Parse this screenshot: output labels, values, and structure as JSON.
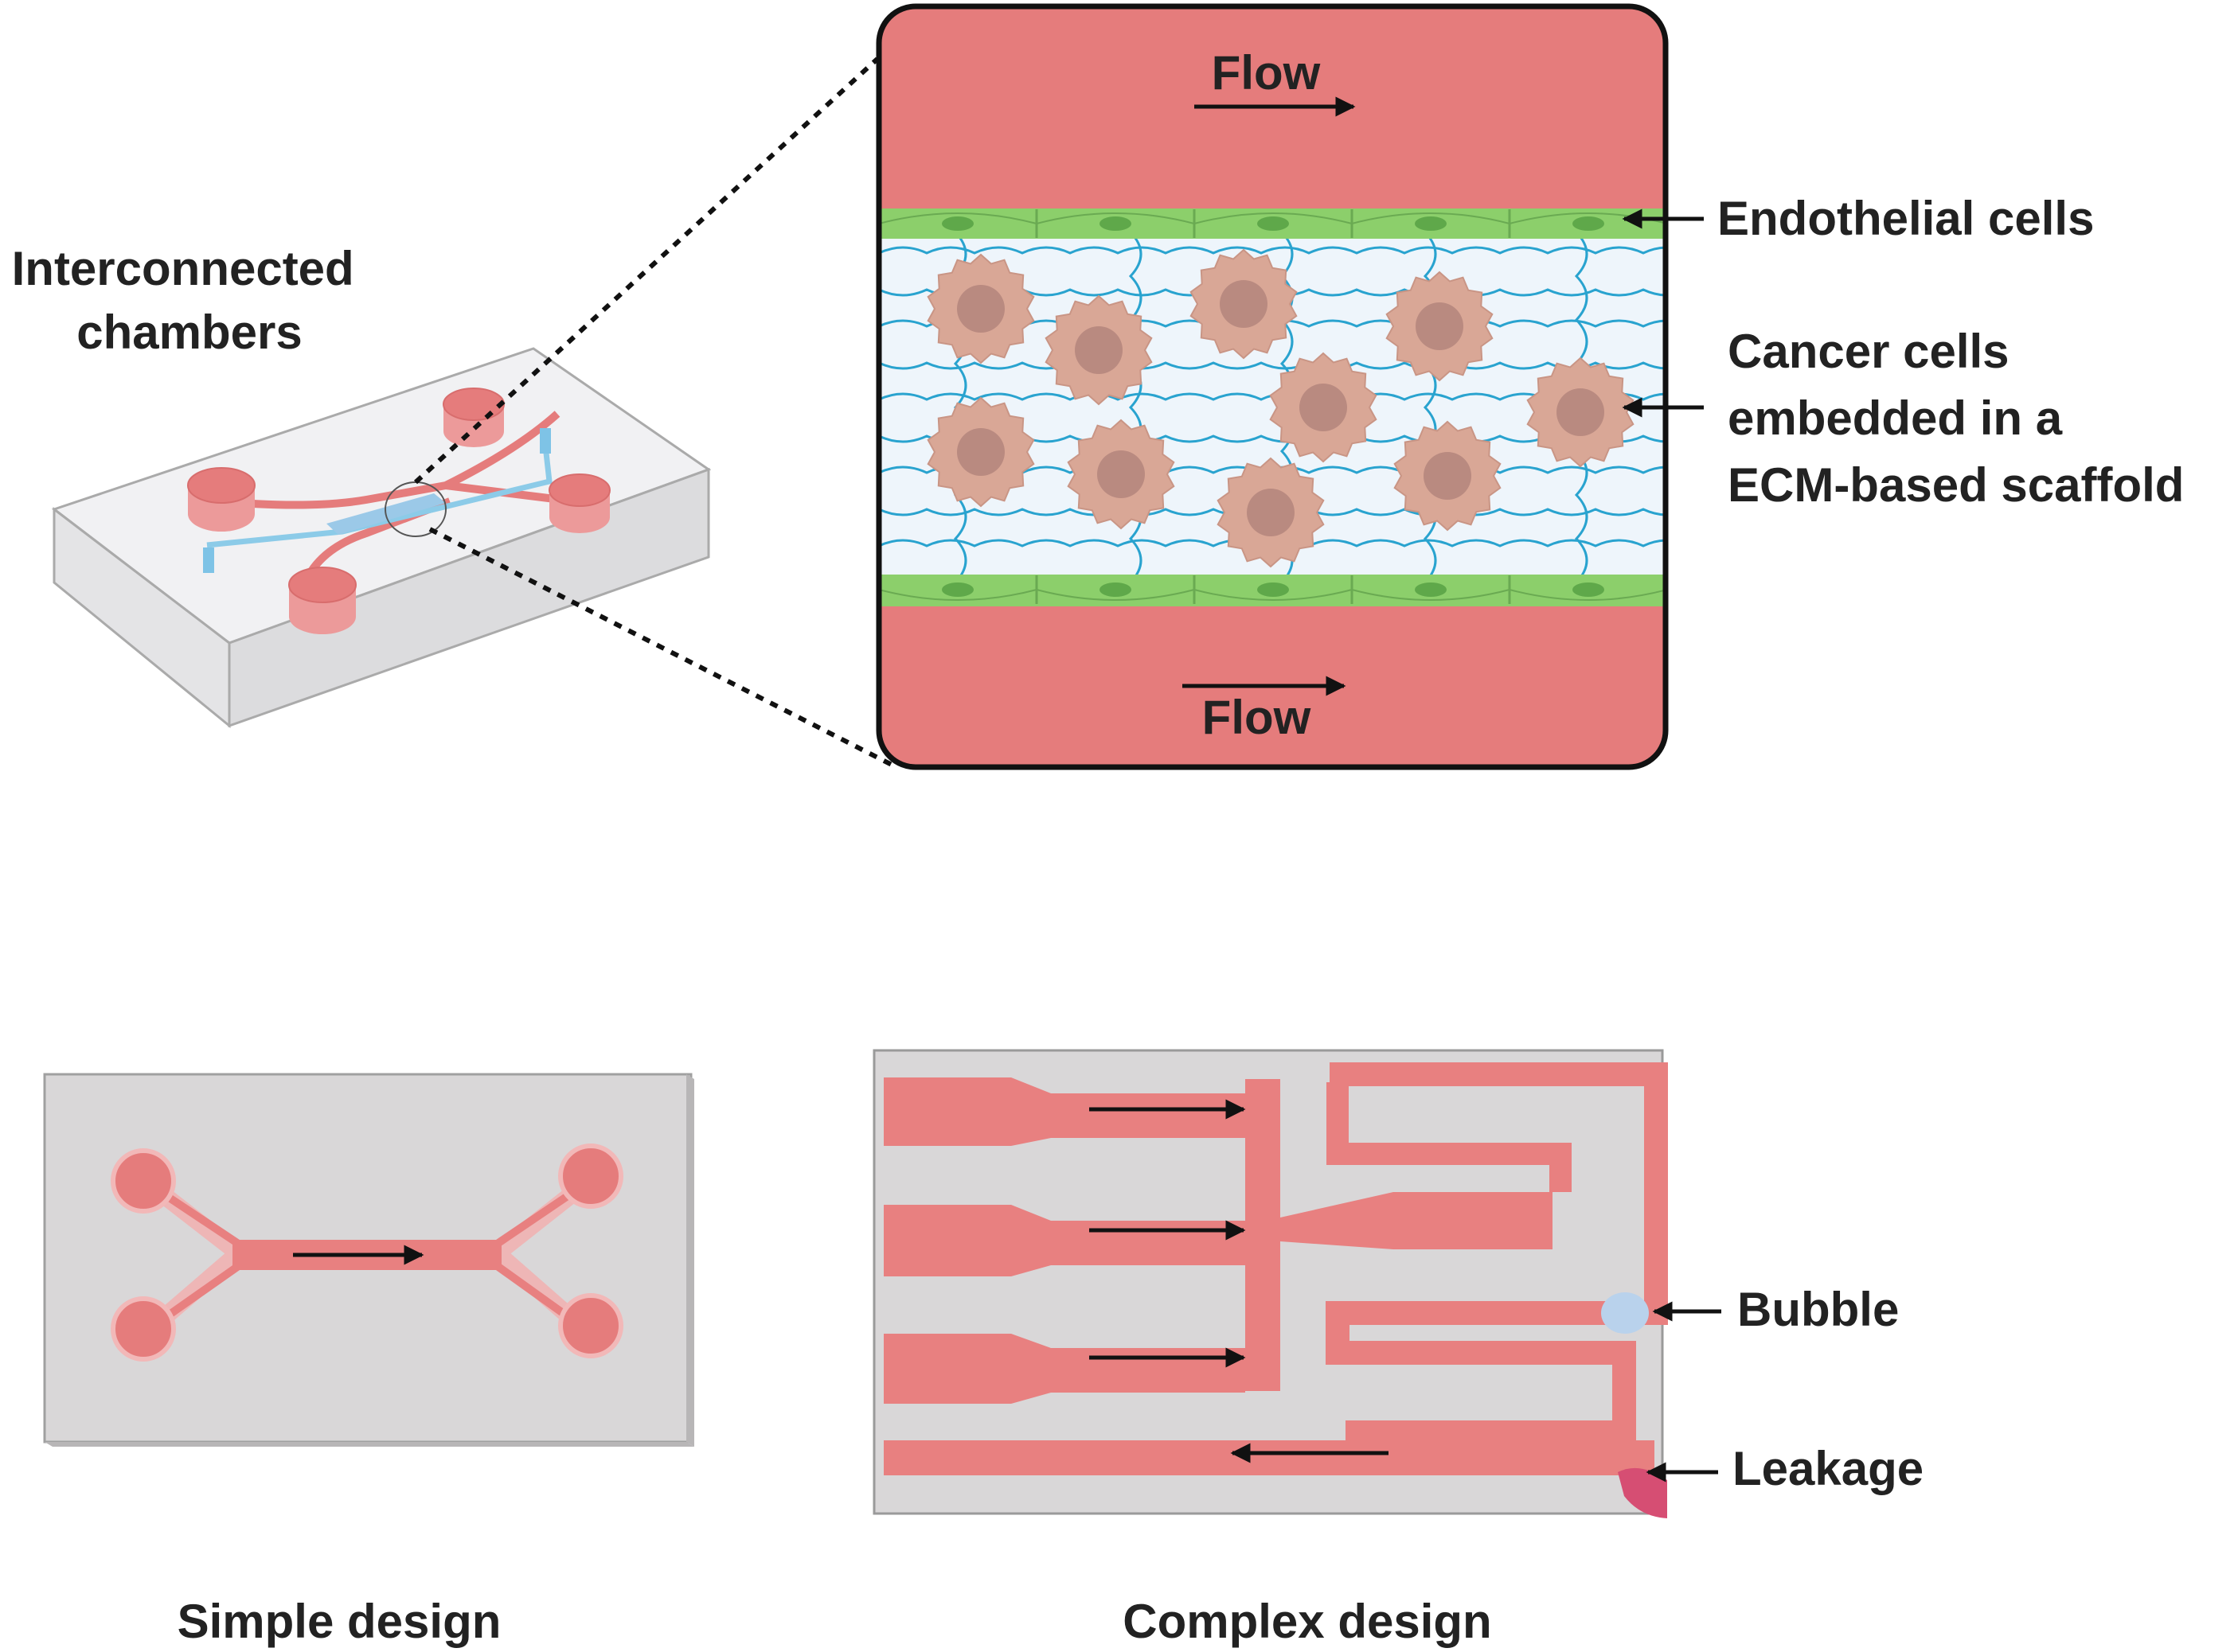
{
  "labels": {
    "interconnected_line1": "Interconnected",
    "interconnected_line2": "chambers",
    "flow_top": "Flow",
    "flow_bottom": "Flow",
    "endothelial": "Endothelial cells",
    "cancer_line1": "Cancer cells",
    "cancer_line2": "embedded in a",
    "cancer_line3": "ECM-based scaffold",
    "bubble": "Bubble",
    "leakage": "Leakage",
    "simple_design": "Simple design",
    "complex_design": "Complex design"
  },
  "colors": {
    "blood": "#e57c7c",
    "channel": "#e88080",
    "endothelium": "#8ccf6b",
    "endothelium_nucleus": "#5fa84a",
    "cancer_cell": "#d9a796",
    "cancer_nucleus": "#b98a80",
    "ecm_fiber": "#29a3cf",
    "scaffold_bg": "#eef5fb",
    "chip_bg": "#d9d7d8",
    "bubble": "#b9d2ec",
    "leak": "#d64e73"
  },
  "icons": {
    "arrow": "right-arrow-icon",
    "pointer": "left-pointer-arrow-icon"
  }
}
